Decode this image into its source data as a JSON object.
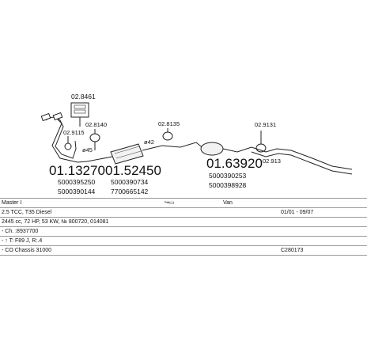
{
  "parts": [
    {
      "id": "p1",
      "code": "02.8461"
    },
    {
      "id": "p2",
      "code": "02.9115"
    },
    {
      "id": "p3",
      "code": "02.8140"
    },
    {
      "id": "p4",
      "code": "02.8135"
    },
    {
      "id": "p5",
      "code": "02.9131"
    },
    {
      "id": "p6",
      "code": "02.913"
    },
    {
      "id": "p7",
      "code": "01.13270"
    },
    {
      "id": "p8",
      "code": "01.52450"
    },
    {
      "id": "p9",
      "code": "01.63920"
    }
  ],
  "oem": {
    "a1": "5000395250",
    "a2": "5000390144",
    "b1": "5000390734",
    "b2": "7700665142",
    "c1": "5000390253",
    "c2": "5000398928"
  },
  "diameters": {
    "d1": "ø45",
    "d2": "ø42"
  },
  "table": {
    "model": "Master I",
    "vehicle_type": "Van",
    "engine": "2.5 TCC, T35 Diesel",
    "years": "01/01 - 09/07",
    "specs": "2445 cc, 72 HP, 53 KW, № 800720, 014081",
    "chassis": "- Ch. :8937700",
    "engine_code": "- ↑ T: F89 J, R:.4",
    "co_note": "- CO Chassis 31000",
    "catalog": "C280173"
  }
}
